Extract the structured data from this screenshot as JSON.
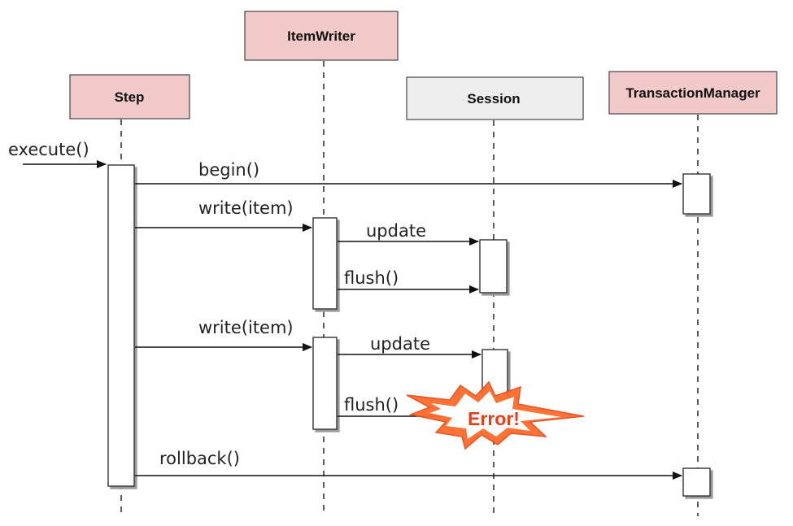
{
  "participants": {
    "step": "Step",
    "item_writer": "ItemWriter",
    "session": "Session",
    "transaction_manager": "TransactionManager"
  },
  "messages": {
    "execute": "execute()",
    "begin": "begin()",
    "write_item_1": "write(item)",
    "update_1": "update",
    "flush_1": "flush()",
    "write_item_2": "write(item)",
    "update_2": "update",
    "flush_2": "flush()",
    "rollback": "rollback()"
  },
  "error_label": "Error!",
  "colors": {
    "participant_fill": "#f2c9c9",
    "session_fill": "#eeeeee",
    "error_fill": "#ff6a2a",
    "error_text": "#e2401c"
  }
}
